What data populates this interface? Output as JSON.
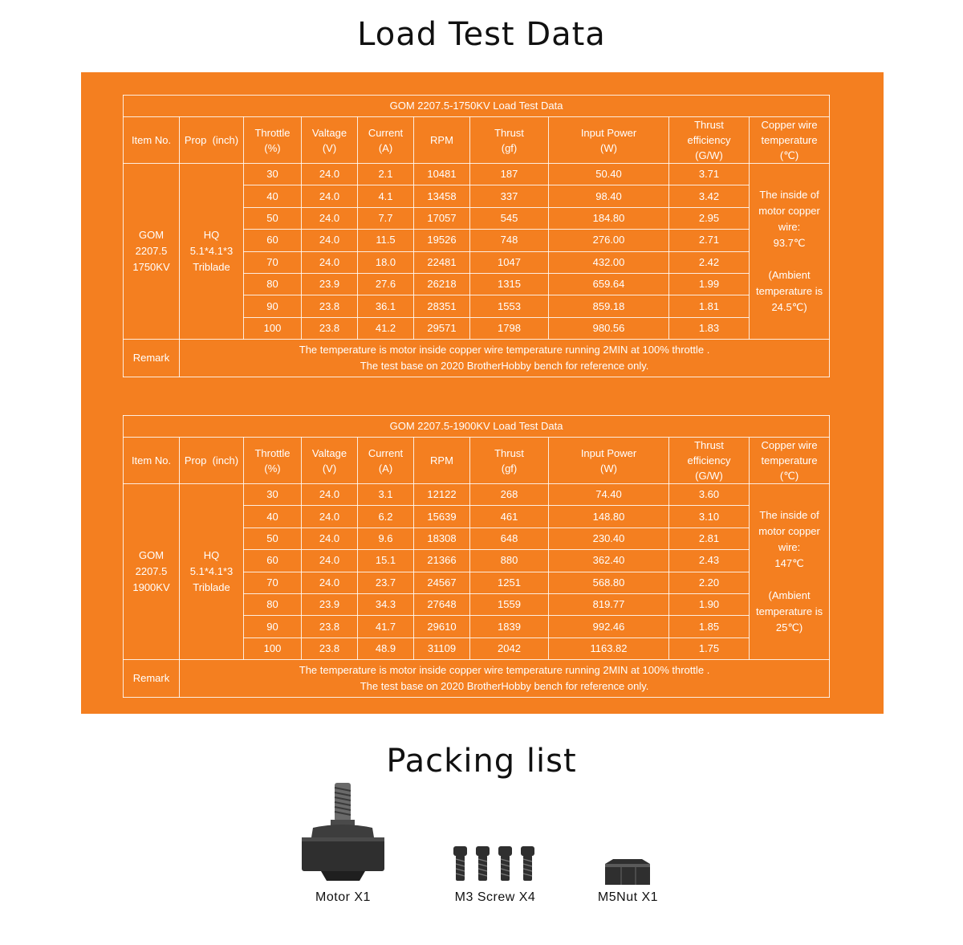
{
  "page": {
    "title": "Load Test Data",
    "packing_title": "Packing list"
  },
  "colors": {
    "panel": "#f47f20",
    "text_on_panel": "#ffffff"
  },
  "headers": {
    "item_no": "Item No.",
    "prop": "Prop  (inch)",
    "throttle": [
      "Throttle",
      "(%)"
    ],
    "voltage": [
      "Valtage",
      "(V)"
    ],
    "current": [
      "Current",
      "(A)"
    ],
    "rpm": "RPM",
    "thrust": [
      "Thrust",
      "(gf)"
    ],
    "input_power": [
      "Input Power",
      "(W)"
    ],
    "efficiency": [
      "Thrust",
      "efficiency",
      "(G/W)"
    ],
    "copper_temp": [
      "Copper wire",
      "temperature",
      "(℃)"
    ],
    "remark": "Remark"
  },
  "tables": [
    {
      "caption": "GOM 2207.5-1750KV Load Test Data",
      "item": [
        "GOM",
        "2207.5",
        "1750KV"
      ],
      "prop": [
        "HQ",
        "5.1*4.1*3",
        "Triblade"
      ],
      "temp_note": [
        "The inside of",
        "motor copper",
        "wire:",
        "93.7℃",
        "",
        "(Ambient",
        "temperature is",
        "24.5℃)"
      ],
      "rows": [
        [
          "30",
          "24.0",
          "2.1",
          "10481",
          "187",
          "50.40",
          "3.71"
        ],
        [
          "40",
          "24.0",
          "4.1",
          "13458",
          "337",
          "98.40",
          "3.42"
        ],
        [
          "50",
          "24.0",
          "7.7",
          "17057",
          "545",
          "184.80",
          "2.95"
        ],
        [
          "60",
          "24.0",
          "11.5",
          "19526",
          "748",
          "276.00",
          "2.71"
        ],
        [
          "70",
          "24.0",
          "18.0",
          "22481",
          "1047",
          "432.00",
          "2.42"
        ],
        [
          "80",
          "23.9",
          "27.6",
          "26218",
          "1315",
          "659.64",
          "1.99"
        ],
        [
          "90",
          "23.8",
          "36.1",
          "28351",
          "1553",
          "859.18",
          "1.81"
        ],
        [
          "100",
          "23.8",
          "41.2",
          "29571",
          "1798",
          "980.56",
          "1.83"
        ]
      ],
      "remark": [
        "The temperature is motor inside copper wire temperature running 2MIN at 100% throttle .",
        "The test base on 2020 BrotherHobby bench for reference only."
      ]
    },
    {
      "caption": "GOM 2207.5-1900KV Load Test Data",
      "item": [
        "GOM",
        "2207.5",
        "1900KV"
      ],
      "prop": [
        "HQ",
        "5.1*4.1*3",
        "Triblade"
      ],
      "temp_note": [
        "The inside of",
        "motor copper",
        "wire:",
        "147℃",
        "",
        "(Ambient",
        "temperature is",
        "25℃)"
      ],
      "rows": [
        [
          "30",
          "24.0",
          "3.1",
          "12122",
          "268",
          "74.40",
          "3.60"
        ],
        [
          "40",
          "24.0",
          "6.2",
          "15639",
          "461",
          "148.80",
          "3.10"
        ],
        [
          "50",
          "24.0",
          "9.6",
          "18308",
          "648",
          "230.40",
          "2.81"
        ],
        [
          "60",
          "24.0",
          "15.1",
          "21366",
          "880",
          "362.40",
          "2.43"
        ],
        [
          "70",
          "24.0",
          "23.7",
          "24567",
          "1251",
          "568.80",
          "2.20"
        ],
        [
          "80",
          "23.9",
          "34.3",
          "27648",
          "1559",
          "819.77",
          "1.90"
        ],
        [
          "90",
          "23.8",
          "41.7",
          "29610",
          "1839",
          "992.46",
          "1.85"
        ],
        [
          "100",
          "23.8",
          "48.9",
          "31109",
          "2042",
          "1163.82",
          "1.75"
        ]
      ],
      "remark": [
        "The temperature is motor inside copper wire temperature running 2MIN at 100% throttle .",
        "The test base on 2020 BrotherHobby bench for reference only."
      ]
    }
  ],
  "packing": [
    {
      "label": "Motor X1",
      "icon": "motor-icon"
    },
    {
      "label": "M3 Screw X4",
      "icon": "screw-icon"
    },
    {
      "label": "M5Nut X1",
      "icon": "nut-icon"
    }
  ]
}
